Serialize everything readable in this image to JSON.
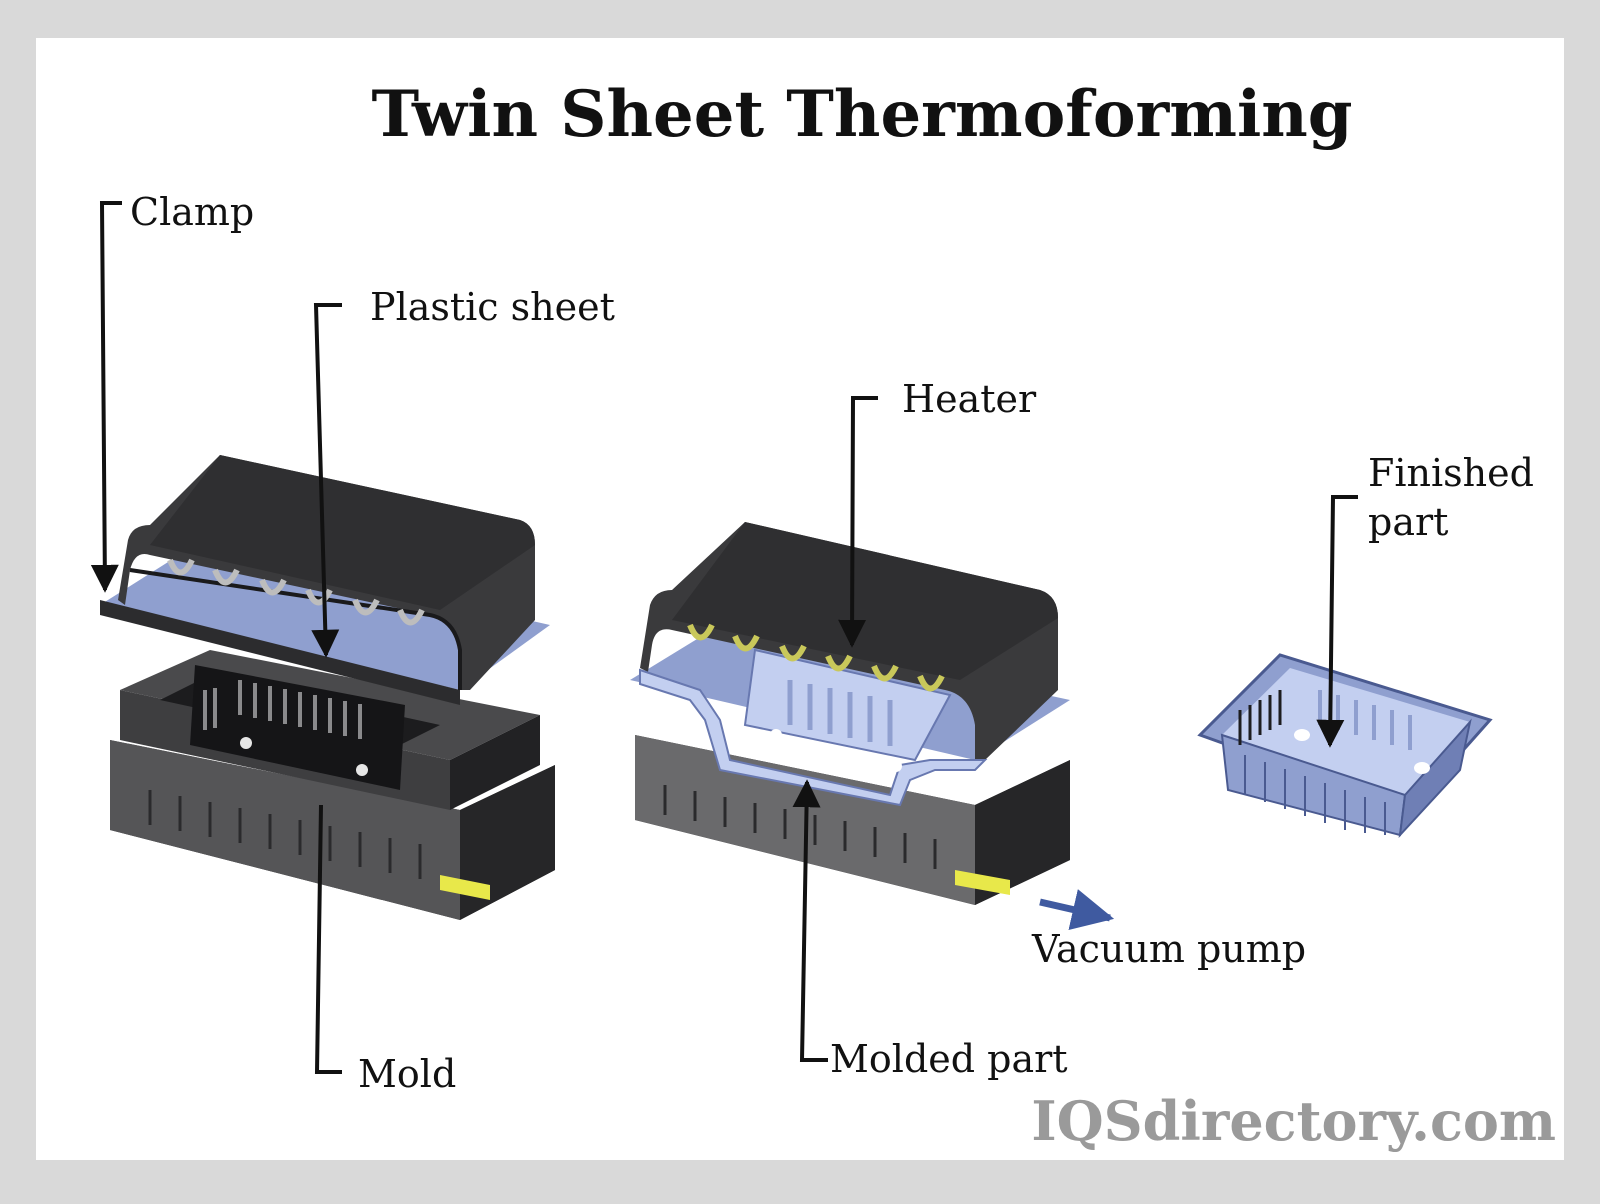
{
  "title": "Twin Sheet Thermoforming",
  "labels": {
    "clamp": "Clamp",
    "plastic_sheet": "Plastic sheet",
    "heater": "Heater",
    "finished_part_line1": "Finished",
    "finished_part_line2": "part",
    "vacuum_pump": "Vacuum pump",
    "mold": "Mold",
    "molded_part": "Molded part"
  },
  "watermark": "IQSdirectory.com",
  "colors": {
    "background_frame": "#d9d9d9",
    "panel": "#ffffff",
    "machine_dark": "#2f2f31",
    "machine_mid": "#4b4b4d",
    "machine_light": "#7a7a7c",
    "plastic": "#8f9fcf",
    "plastic_light": "#c3cff0",
    "heater_hot": "#c9c85a",
    "valve": "#e8e84a",
    "arrow_blue": "#3f5aa0",
    "leader": "#111111"
  }
}
